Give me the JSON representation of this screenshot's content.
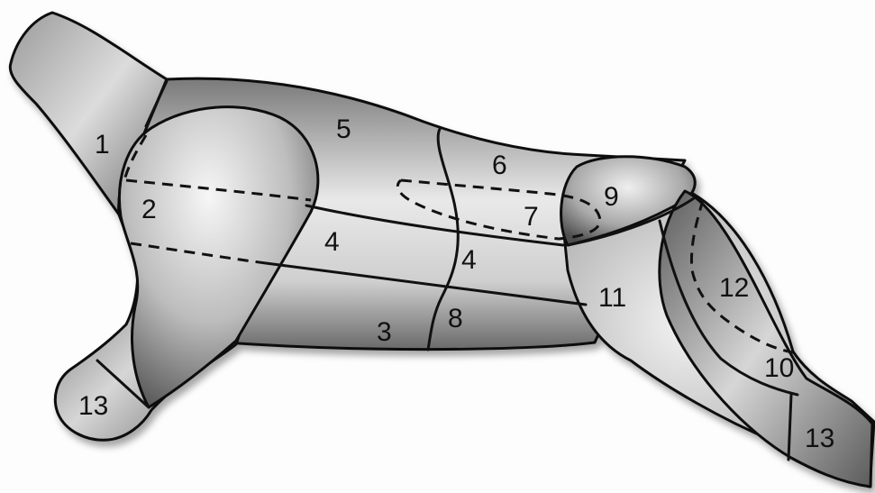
{
  "labels": [
    {
      "id": "1",
      "text": "1"
    },
    {
      "id": "2",
      "text": "2"
    },
    {
      "id": "3",
      "text": "3"
    },
    {
      "id": "4a",
      "text": "4"
    },
    {
      "id": "4b",
      "text": "4"
    },
    {
      "id": "5",
      "text": "5"
    },
    {
      "id": "6",
      "text": "6"
    },
    {
      "id": "7",
      "text": "7"
    },
    {
      "id": "8",
      "text": "8"
    },
    {
      "id": "9",
      "text": "9"
    },
    {
      "id": "10",
      "text": "10"
    },
    {
      "id": "11",
      "text": "11"
    },
    {
      "id": "12",
      "text": "12"
    },
    {
      "id": "13a",
      "text": "13"
    },
    {
      "id": "13b",
      "text": "13"
    }
  ],
  "colors": {
    "outline": "#111111",
    "fill_light": "#ececec",
    "fill_dark": "#5a5a5a",
    "background": "#fdfdfd"
  }
}
